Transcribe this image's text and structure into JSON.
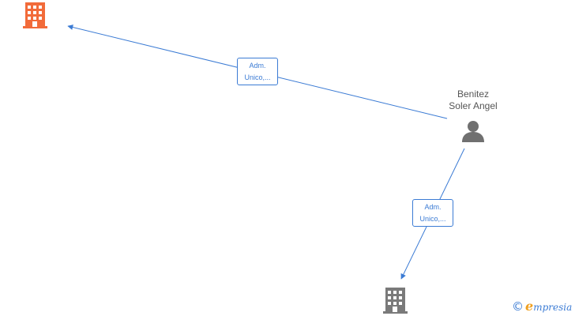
{
  "nodes": {
    "person": {
      "name_line1": "Benitez",
      "name_line2": "Soler Angel",
      "icon": "person-icon"
    },
    "company_top": {
      "icon": "building-icon",
      "color": "#f26b3a"
    },
    "company_bottom": {
      "icon": "building-icon",
      "color": "#7a7a7a"
    }
  },
  "edges": [
    {
      "label_line1": "Adm.",
      "label_line2": "Unico,..."
    },
    {
      "label_line1": "Adm.",
      "label_line2": "Unico,..."
    }
  ],
  "colors": {
    "edge": "#3b7bd4",
    "person": "#707070"
  },
  "brand": {
    "copyright": "©",
    "initial": "e",
    "rest": "mpresia"
  }
}
